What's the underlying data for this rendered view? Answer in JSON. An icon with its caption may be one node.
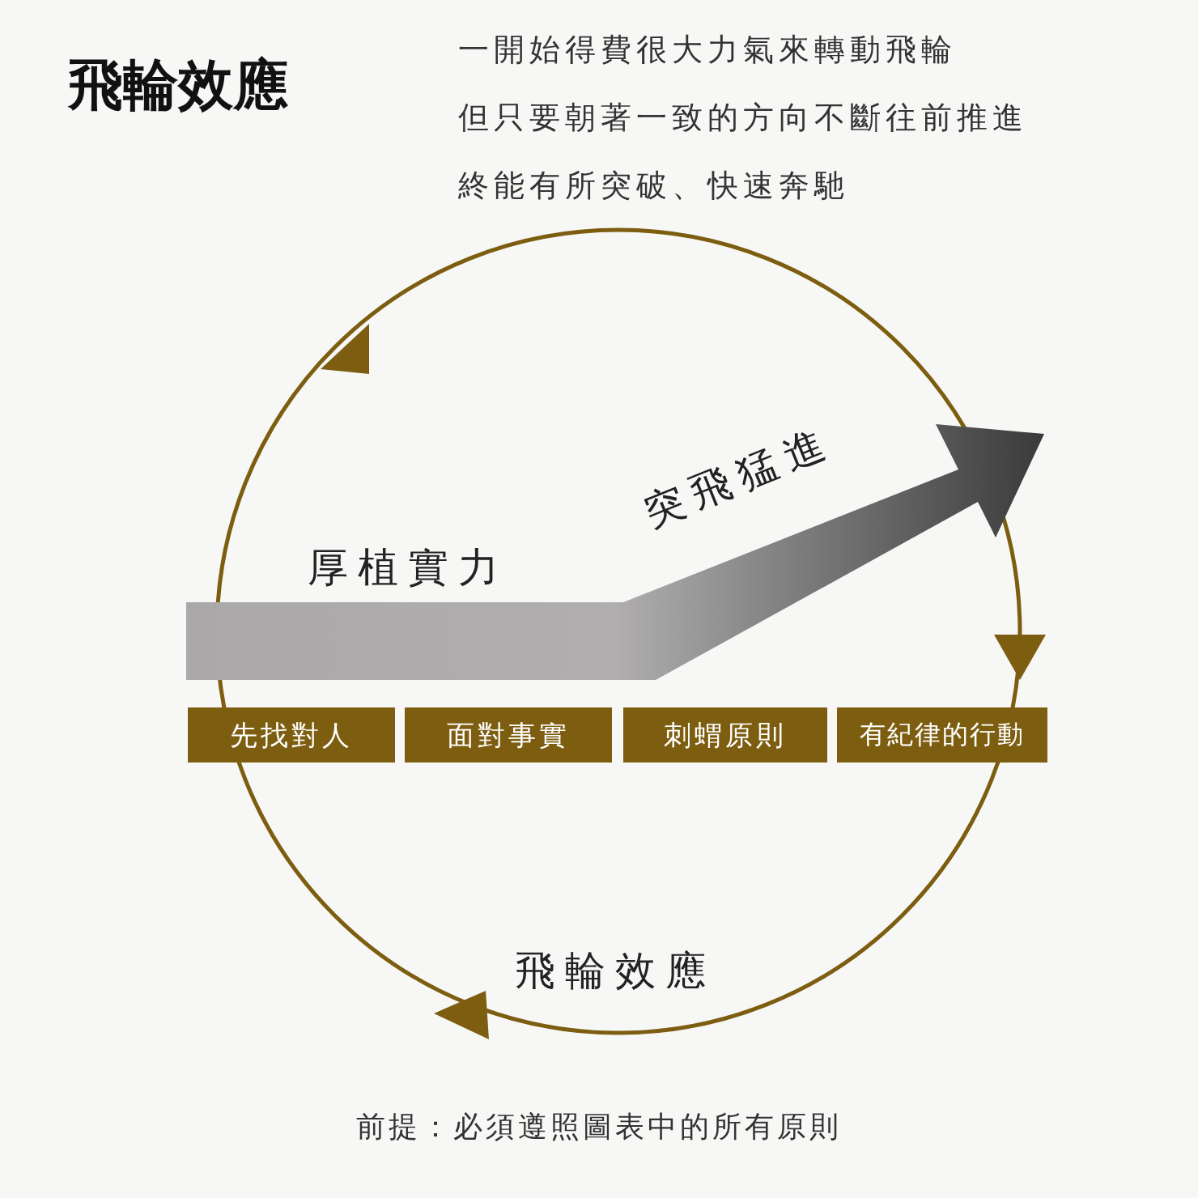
{
  "diagram": {
    "title": "飛輪效應",
    "caption": "前提：必須遵照圖表中的所有原則",
    "nodes": [
      {
        "text": [
          "先找對人"
        ]
      },
      {
        "text": [
          "面對事實"
        ]
      },
      {
        "text": [
          "刺蝟原則"
        ]
      },
      {
        "text": [
          "有紀律的行動"
        ]
      }
    ],
    "labels": [
      "一開始得費很大力氣來轉動飛輪",
      "但只要朝著一致的方向不斷往前推進",
      "終能有所突破、快速奔馳",
      "厚植實力",
      "突飛猛進",
      "飛輪效應"
    ]
  }
}
